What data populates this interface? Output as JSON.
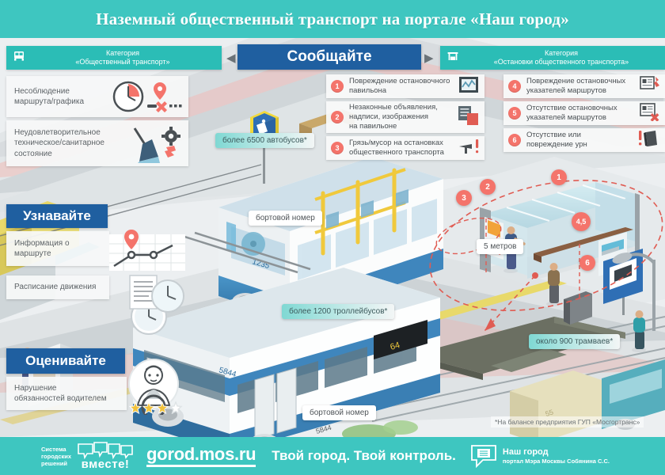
{
  "header": {
    "title": "Наземный общественный транспорт на портале «Наш город»"
  },
  "categories": {
    "left": {
      "line1": "Категория",
      "line2": "«Общественный транспорт»",
      "icon": "bus-icon"
    },
    "right": {
      "line1": "Категория",
      "line2": "«Остановки общественного транспорта»",
      "icon": "bus-stop-icon"
    },
    "arrow_left": "◀",
    "arrow_right": "▶"
  },
  "sections": {
    "report": {
      "title": "Сообщайте"
    },
    "learn": {
      "title": "Узнавайте"
    },
    "rate": {
      "title": "Оценивайте"
    }
  },
  "transport_issues": [
    {
      "text": "Несоблюдение\nмаршрута/графика",
      "icon": "clock-marker-icon"
    },
    {
      "text": "Неудовлетворительное\nтехническое/санитарное\nсостояние",
      "icon": "broom-gear-icon"
    }
  ],
  "learn_items": [
    {
      "text": "Информация о\nмаршруте",
      "icon": "route-map-icon"
    },
    {
      "text": "Расписание движения",
      "icon": "schedule-clock-icon"
    }
  ],
  "rate_items": [
    {
      "text": "Нарушение\nобязанностей водителем",
      "icon": "driver-avatar-icon"
    }
  ],
  "rating": {
    "filled": 3,
    "total": 4
  },
  "report_items_left": [
    {
      "number": "1",
      "text": "Повреждение остановочного\nпавильона",
      "icon": "broken-shelter-icon"
    },
    {
      "number": "2",
      "text": "Незаконные объявления,\nнадписи, изображения\nна павильоне",
      "icon": "illegal-ads-icon"
    },
    {
      "number": "3",
      "text": "Грязь/мусор на остановках\nобщественного транспорта",
      "icon": "dirt-trash-icon"
    }
  ],
  "report_items_right": [
    {
      "number": "4",
      "text": "Повреждение остановочных\nуказателей маршрутов",
      "icon": "damaged-sign-icon"
    },
    {
      "number": "5",
      "text": "Отсутствие остановочных\nуказателей маршрутов",
      "icon": "missing-sign-icon"
    },
    {
      "number": "6",
      "text": "Отсутствие или\nповреждение урн",
      "icon": "missing-bin-icon"
    }
  ],
  "callouts": {
    "buses": "более 6500  автобусов*",
    "trolleybuses": "более 1200  троллейбусов*",
    "trams": "около 900 трамваев*",
    "board_number_bus": "бортовой номер",
    "board_number_trolley": "бортовой номер",
    "distance": "5 метров"
  },
  "scene_markers": [
    "1",
    "2",
    "3",
    "4,5",
    "6"
  ],
  "vehicle_numbers": {
    "bus": "1235",
    "trolleybus": "5844",
    "trolleybus_route": "64",
    "truck": "55"
  },
  "footnote": "*На балансе предприятия ГУП «Мосгортранс»",
  "footer": {
    "system_line1": "Система",
    "system_line2": "городских",
    "system_line3": "решений",
    "vmeste": "вместе!",
    "url": "gorod.mos.ru",
    "slogan": "Твой город. Твой контроль.",
    "portal_title": "Наш город",
    "portal_sub": "портал Мэра Москвы Собянина С.С."
  },
  "colors": {
    "teal": "#3ec6c0",
    "teal_dark": "#2bbdb6",
    "blue": "#1f5fa0",
    "coral": "#f4746b",
    "card": "#f7f8f8"
  }
}
